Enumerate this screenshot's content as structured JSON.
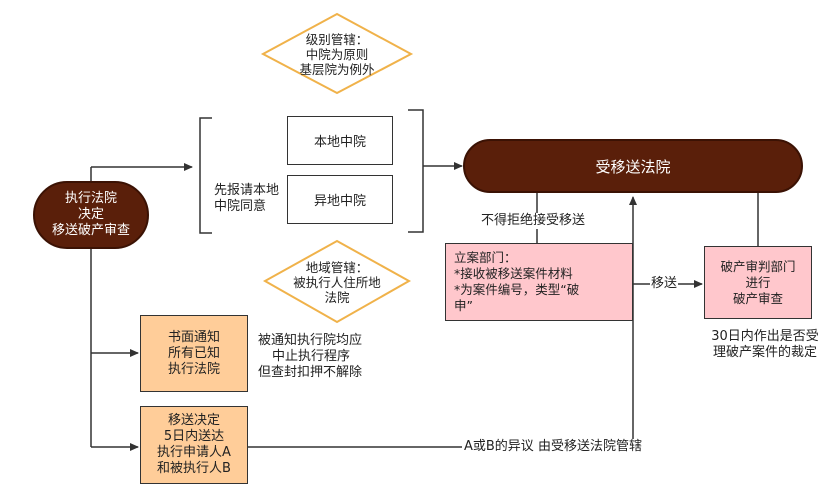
{
  "start": {
    "lines": [
      "执行法院",
      "决定",
      "移送破产审查"
    ]
  },
  "diamond_level": {
    "lines": [
      "级别管辖：",
      "中院为原则",
      "基层院为例外"
    ]
  },
  "diamond_region": {
    "lines": [
      "地域管辖：",
      "被执行人住所地",
      "法院"
    ]
  },
  "local_court": "本地中院",
  "other_court": "异地中院",
  "report_note": {
    "lines": [
      "先报请本地",
      "中院同意"
    ]
  },
  "receiving_court": "受移送法院",
  "no_refuse": "不得拒绝接受移送",
  "filing_dept": {
    "lines": [
      "立案部门：",
      "*接收被移送案件材料",
      "*为案件编号，类型“破",
      "申”"
    ]
  },
  "transfer_label": "移送",
  "trial_dept": {
    "lines": [
      "破产审判部门",
      "进行",
      "破产审查"
    ]
  },
  "trial_note": {
    "lines": [
      "30日内作出是否受",
      "理破产案件的裁定"
    ]
  },
  "notify_box": {
    "lines": [
      "书面通知",
      "所有已知",
      "执行法院"
    ]
  },
  "notify_note": {
    "lines": [
      "被通知执行院均应",
      "中止执行程序",
      "但查封扣押不解除"
    ]
  },
  "decision_box": {
    "lines": [
      "移送决定",
      "5日内送达",
      "执行申请人A",
      "和被执行人B"
    ]
  },
  "objection_note": "A或B的异议 由受移送法院管辖",
  "colors": {
    "dark_node": "#5a1f0a",
    "orange_box": "#ffcd99",
    "pink_box": "#ffc7cc",
    "diamond_border": "#f0b24a",
    "line": "#333333"
  }
}
